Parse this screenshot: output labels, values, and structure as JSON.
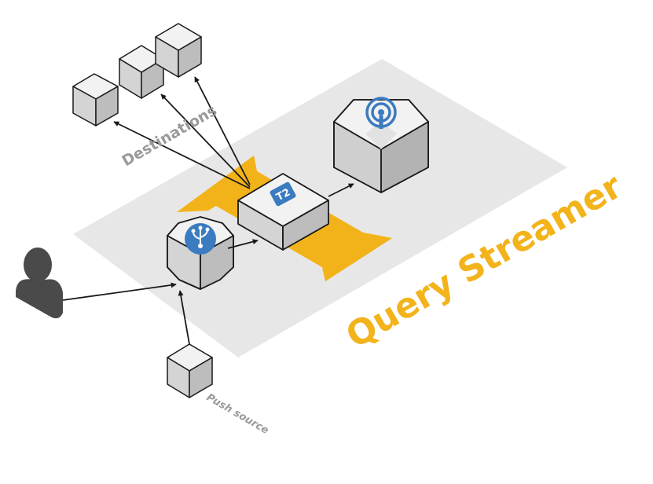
{
  "labels": {
    "title": "Query Streamer",
    "destinations": "Destinations",
    "push_source": "Push source",
    "t2_badge": "T2"
  },
  "colors": {
    "accent": "#f2b31b",
    "plane": "#e6e6e6",
    "box_top": "#f2f2f2",
    "box_left": "#d4d4d4",
    "box_right": "#bdbdbd",
    "outline": "#1a1a1a",
    "badge": "#3b7bbf",
    "user": "#4a4a4a",
    "muted_label": "#9a9a9a"
  },
  "icons": {
    "user": "user-icon",
    "router": "git-branch-icon",
    "t2": "t2-badge-icon",
    "broadcast": "broadcast-icon"
  }
}
